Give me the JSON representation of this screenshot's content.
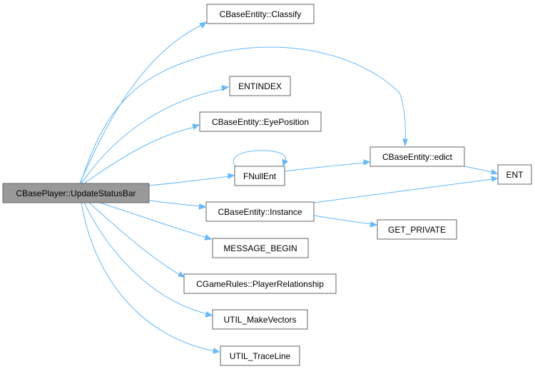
{
  "graph": {
    "root": "CBasePlayer::UpdateStatusBar",
    "nodes": {
      "classify": "CBaseEntity::Classify",
      "entindex": "ENTINDEX",
      "eyeposition": "CBaseEntity::EyePosition",
      "fnullent": "FNullEnt",
      "instance": "CBaseEntity::Instance",
      "message_begin": "MESSAGE_BEGIN",
      "playerrelationship": "CGameRules::PlayerRelationship",
      "makevectors": "UTIL_MakeVectors",
      "traceline": "UTIL_TraceLine",
      "edict": "CBaseEntity::edict",
      "get_private": "GET_PRIVATE",
      "ent": "ENT"
    },
    "colors": {
      "edge": "#63b8ff",
      "root_fill": "#999999",
      "node_border": "#666666"
    }
  }
}
